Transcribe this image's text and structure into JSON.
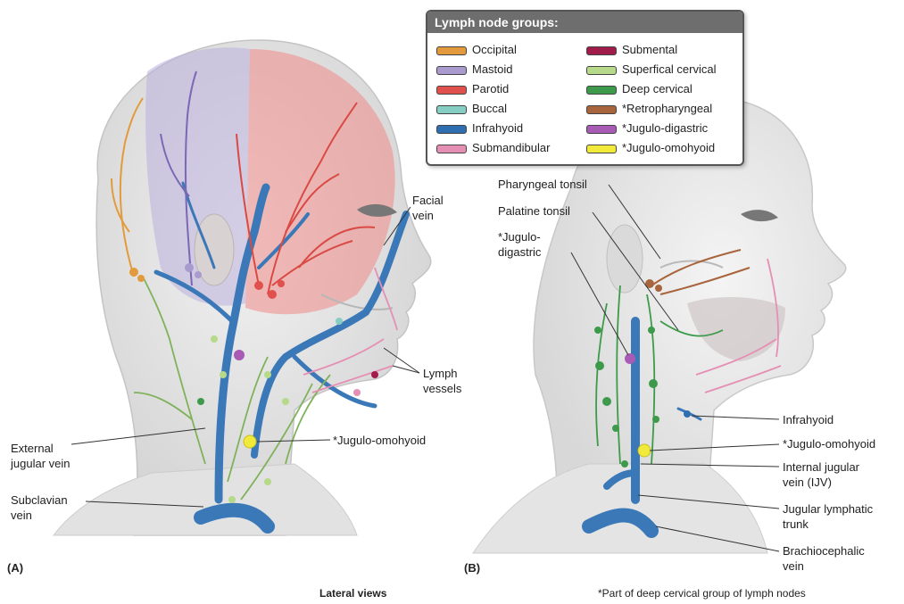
{
  "legend": {
    "title": "Lymph node groups:",
    "items": [
      {
        "label": "Occipital",
        "color": "#e39a3c"
      },
      {
        "label": "Mastoid",
        "color": "#a99ad0"
      },
      {
        "label": "Parotid",
        "color": "#e0504c"
      },
      {
        "label": "Buccal",
        "color": "#86cdc4"
      },
      {
        "label": "Infrahyoid",
        "color": "#2f6fb0"
      },
      {
        "label": "Submandibular",
        "color": "#e58fb4"
      },
      {
        "label": "Submental",
        "color": "#a01c4a"
      },
      {
        "label": "Superfical cervical",
        "color": "#b6d98a"
      },
      {
        "label": "Deep cervical",
        "color": "#3d9a4a"
      },
      {
        "label": "*Retropharyngeal",
        "color": "#a8643c"
      },
      {
        "label": "*Jugulo-digastric",
        "color": "#a85bb5"
      },
      {
        "label": "*Jugulo-omohyoid",
        "color": "#f2ea3a"
      }
    ]
  },
  "panel_a": {
    "tag": "(A)",
    "labels": {
      "facial_vein_1": "Facial",
      "facial_vein_2": "vein",
      "lymph_vessels_1": "Lymph",
      "lymph_vessels_2": "vessels",
      "jugulo_omohyoid": "*Jugulo-omohyoid",
      "ext_jugular_1": "External",
      "ext_jugular_2": "jugular vein",
      "subclavian_1": "Subclavian",
      "subclavian_2": "vein"
    }
  },
  "panel_b": {
    "tag": "(B)",
    "labels": {
      "pharyngeal_tonsil": "Pharyngeal tonsil",
      "palatine_tonsil": "Palatine tonsil",
      "jugulo_digastric_1": "*Jugulo-",
      "jugulo_digastric_2": "digastric",
      "infrahyoid": "Infrahyoid",
      "jugulo_omohyoid": "*Jugulo-omohyoid",
      "ijv_1": "Internal jugular",
      "ijv_2": "vein (IJV)",
      "lymph_trunk_1": "Jugular lymphatic",
      "lymph_trunk_2": "trunk",
      "brachio_1": "Brachiocephalic",
      "brachio_2": "vein"
    }
  },
  "footer": {
    "views": "Lateral views",
    "note": "*Part of deep cervical group of lymph nodes"
  },
  "colors": {
    "skin": "#e6e6e6",
    "vein": "#3a78b8",
    "leader": "#333333"
  }
}
